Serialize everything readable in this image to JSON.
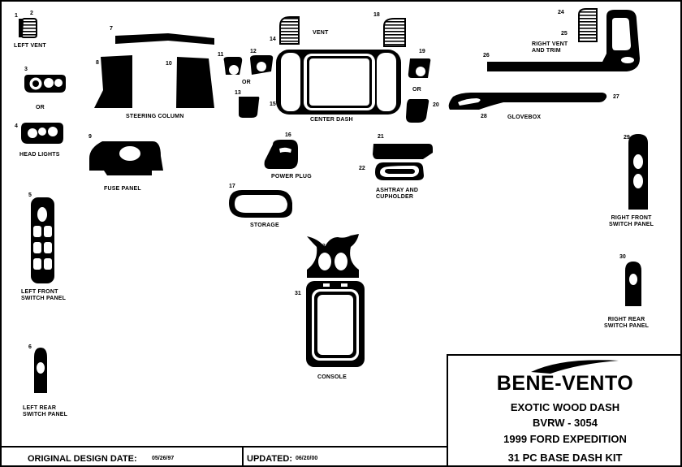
{
  "parts": [
    {
      "num": "1"
    },
    {
      "num": "2"
    },
    {
      "num": "3"
    },
    {
      "num": "4"
    },
    {
      "num": "5"
    },
    {
      "num": "6"
    },
    {
      "num": "7"
    },
    {
      "num": "8"
    },
    {
      "num": "9"
    },
    {
      "num": "10"
    },
    {
      "num": "11"
    },
    {
      "num": "12"
    },
    {
      "num": "13"
    },
    {
      "num": "14"
    },
    {
      "num": "15"
    },
    {
      "num": "16"
    },
    {
      "num": "17"
    },
    {
      "num": "18"
    },
    {
      "num": "19"
    },
    {
      "num": "20"
    },
    {
      "num": "21"
    },
    {
      "num": "22"
    },
    {
      "num": "23"
    },
    {
      "num": "24"
    },
    {
      "num": "25"
    },
    {
      "num": "26"
    },
    {
      "num": "27"
    },
    {
      "num": "28"
    },
    {
      "num": "29"
    },
    {
      "num": "30"
    },
    {
      "num": "31"
    }
  ],
  "labels": {
    "left_vent": "LEFT VENT",
    "or_a": "OR",
    "head_lights": "HEAD LIGHTS",
    "left_front_switch": "LEFT FRONT\nSWITCH PANEL",
    "left_rear_switch": "LEFT REAR\nSWITCH PANEL",
    "steering_column": "STEERING COLUMN",
    "fuse_panel": "FUSE PANEL",
    "or_b": "OR",
    "vent": "VENT",
    "center_dash": "CENTER DASH",
    "power_plug": "POWER PLUG",
    "storage": "STORAGE",
    "or_c": "OR",
    "ashtray_cupholder": "ASHTRAY AND\nCUPHOLDER",
    "right_vent_trim": "RIGHT VENT\nAND TRIM",
    "glovebox": "GLOVEBOX",
    "right_front_switch": "RIGHT FRONT\nSWITCH PANEL",
    "right_rear_switch": "RIGHT REAR\nSWITCH PANEL",
    "console": "CONSOLE"
  },
  "title_block": {
    "brand": "BENE-VENTO",
    "line1": "EXOTIC WOOD DASH",
    "line2": "BVRW - 3054",
    "line3": "1999 FORD EXPEDITION",
    "line4": "31 PC BASE DASH KIT"
  },
  "footer": {
    "original_label": "ORIGINAL DESIGN DATE:",
    "original_date": "05/26/97",
    "updated_label": "UPDATED:",
    "updated_date": "06/20/00"
  },
  "colors": {
    "ink": "#000000",
    "paper": "#ffffff"
  }
}
